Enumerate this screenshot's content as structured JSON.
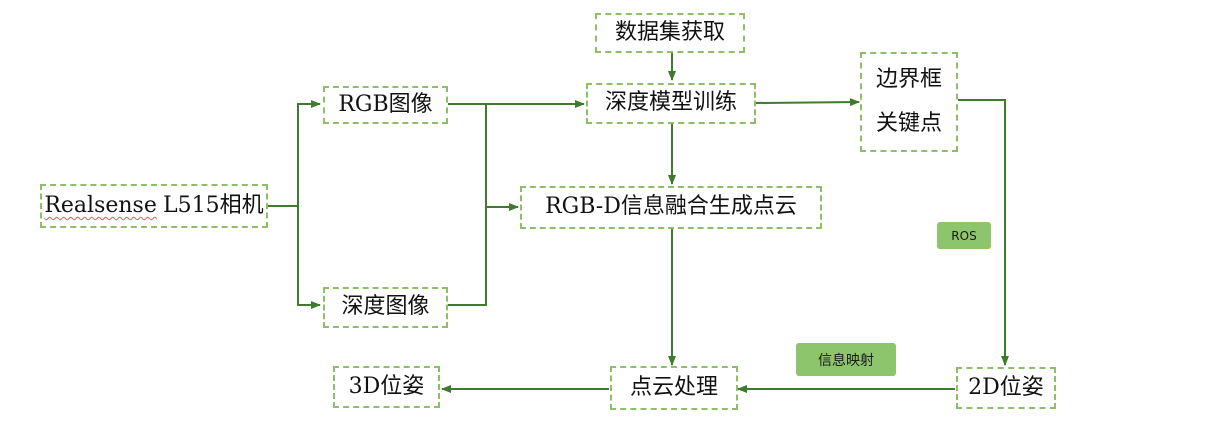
{
  "diagram": {
    "colors": {
      "connector": "#3f7a2e",
      "node_border": "#8dbf68",
      "tag_fill": "#8dc56c"
    },
    "nodes": {
      "dataset": {
        "label": "数据集获取"
      },
      "rgb_image": {
        "label": "RGB图像"
      },
      "depth_training": {
        "label": "深度模型训练"
      },
      "camera": {
        "brand": "Realsense",
        "model": "L515相机"
      },
      "fusion": {
        "label": "RGB-D信息融合生成点云"
      },
      "depth_image": {
        "label": "深度图像"
      },
      "bbox_keypoints": {
        "line1": "边界框",
        "line2": "关键点"
      },
      "pose_3d": {
        "label": "3D位姿"
      },
      "pc_processing": {
        "label": "点云处理"
      },
      "pose_2d": {
        "label": "2D位姿"
      }
    },
    "tags": {
      "ros": "ROS",
      "info_mapping": "信息映射"
    }
  }
}
